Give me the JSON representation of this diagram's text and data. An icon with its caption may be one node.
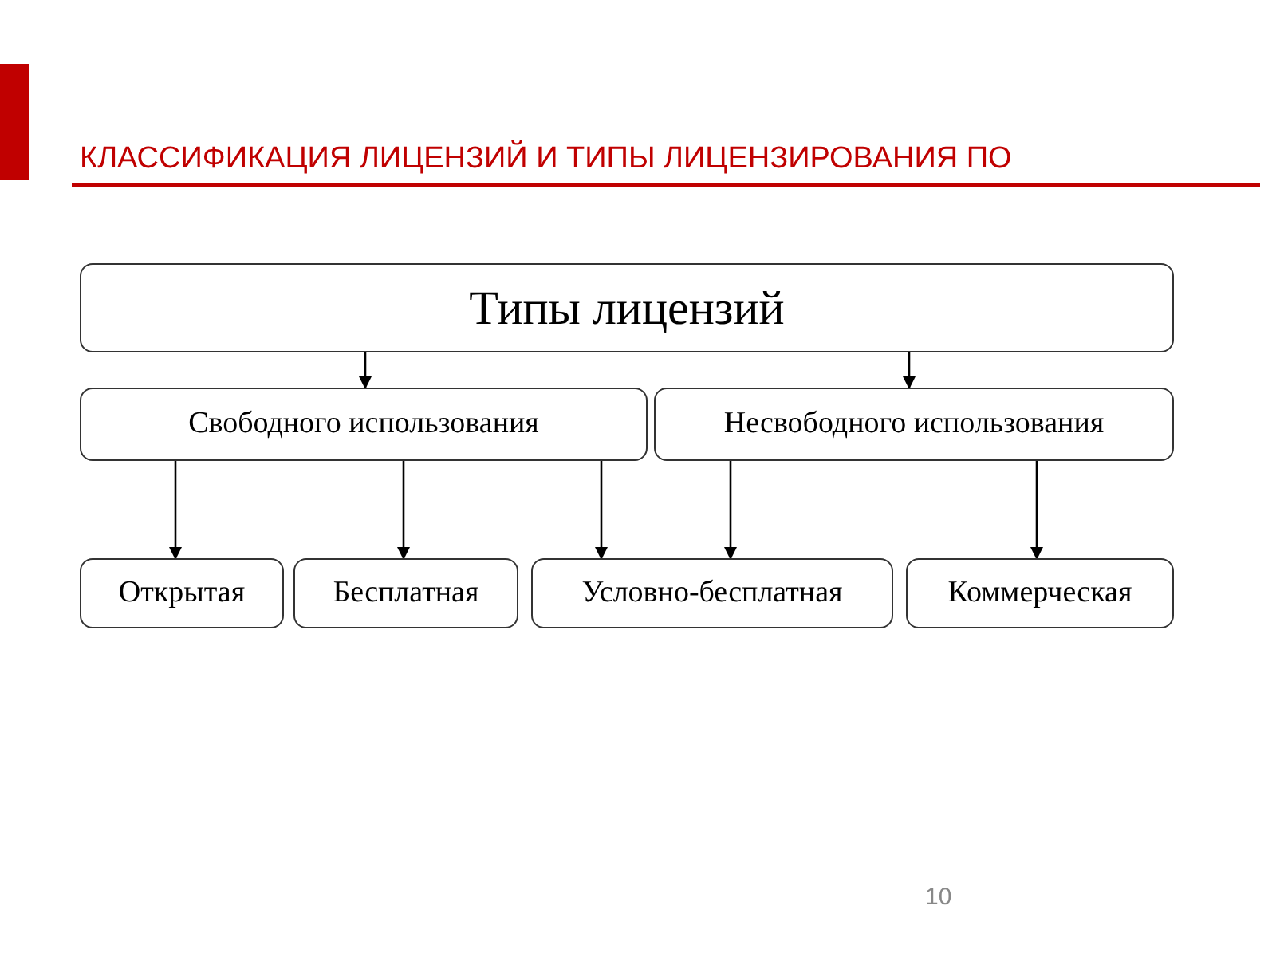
{
  "diagram": {
    "title": "КЛАССИФИКАЦИЯ ЛИЦЕНЗИЙ И ТИПЫ ЛИЦЕНЗИРОВАНИЯ ПО",
    "nodes": [
      {
        "text": [
          "Типы лицензий"
        ]
      },
      {
        "text": [
          "Свободного использования"
        ]
      },
      {
        "text": [
          "Несвободного использования"
        ]
      },
      {
        "text": [
          "Открытая"
        ]
      },
      {
        "text": [
          "Бесплатная"
        ]
      },
      {
        "text": [
          "Условно-бесплатная"
        ]
      },
      {
        "text": [
          "Коммерческая"
        ]
      }
    ],
    "edges": [
      {
        "from": 0,
        "to": 1,
        "arrow": "to"
      },
      {
        "from": 0,
        "to": 2,
        "arrow": "to"
      },
      {
        "from": 1,
        "to": 3,
        "arrow": "to"
      },
      {
        "from": 1,
        "to": 4,
        "arrow": "to"
      },
      {
        "from": 1,
        "to": 5,
        "arrow": "to"
      },
      {
        "from": 2,
        "to": 5,
        "arrow": "to"
      },
      {
        "from": 2,
        "to": 6,
        "arrow": "to"
      }
    ],
    "labels": [
      "10"
    ]
  }
}
